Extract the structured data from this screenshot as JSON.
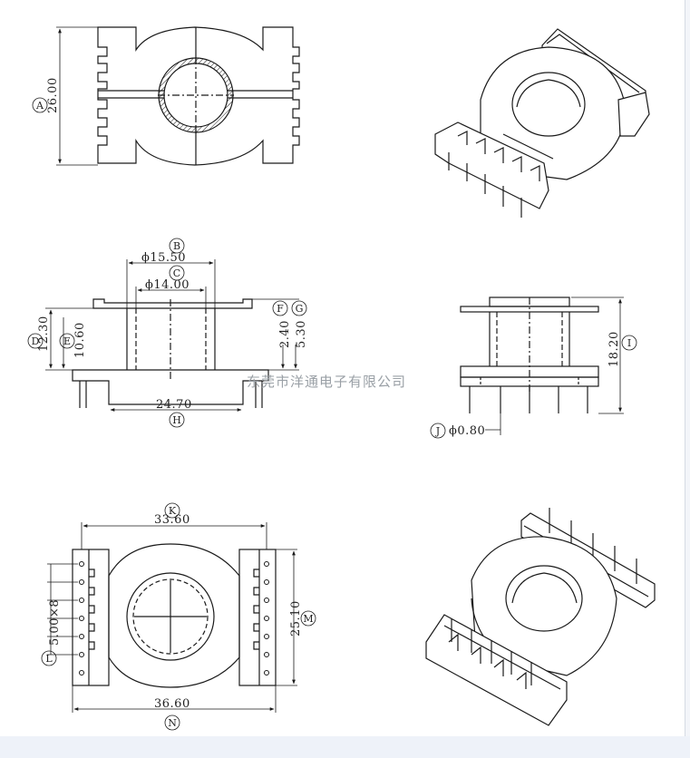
{
  "watermark": "东莞市洋通电子有限公司",
  "dimensions": {
    "a": "26.00",
    "b": "ϕ15.50",
    "c": "ϕ14.00",
    "d": "12.30",
    "e": "10.60",
    "f": "2.40",
    "g": "5.30",
    "h": "24.70",
    "i": "18.20",
    "j": "ϕ0.80",
    "k": "33.60",
    "l": "5.00×8",
    "m": "25.10",
    "n": "36.60"
  },
  "callouts": {
    "a": "A",
    "b": "B",
    "c": "C",
    "d": "D",
    "e": "E",
    "f": "F",
    "g": "G",
    "h": "H",
    "i": "I",
    "j": "J",
    "k": "K",
    "l": "L",
    "m": "M",
    "n": "N"
  },
  "colors": {
    "line": "#1a1a1a",
    "background": "#ffffff",
    "bottom_band": "#eef2f9",
    "watermark": "#9aa0a6"
  }
}
